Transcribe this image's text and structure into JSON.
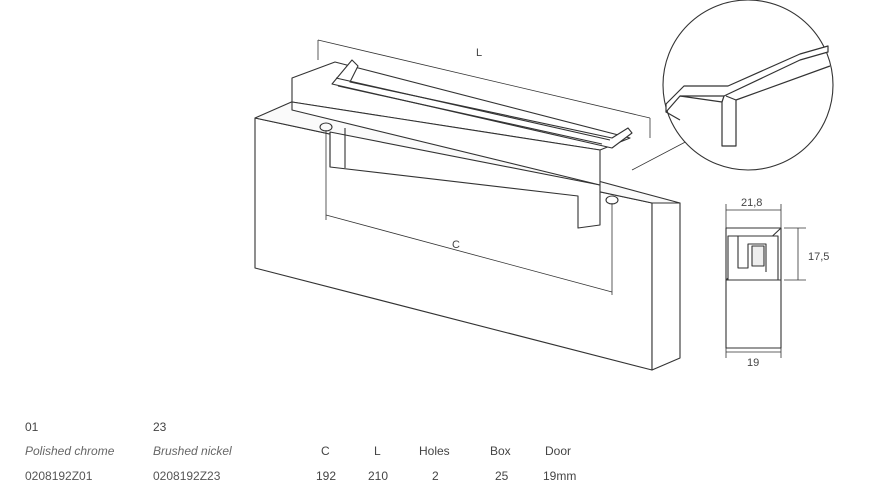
{
  "drawing": {
    "label_L": "L",
    "label_C": "C",
    "dim_width": "21,8",
    "dim_height": "17,5",
    "dim_base": "19"
  },
  "finishes": [
    {
      "number": "01",
      "name": "Polished chrome",
      "code": "0208192Z01"
    },
    {
      "number": "23",
      "name": "Brushed nickel",
      "code": "0208192Z23"
    }
  ],
  "specs": {
    "headers": {
      "c": "C",
      "l": "L",
      "holes": "Holes",
      "box": "Box",
      "door": "Door"
    },
    "values": {
      "c": "192",
      "l": "210",
      "holes": "2",
      "box": "25",
      "door": "19mm"
    }
  }
}
